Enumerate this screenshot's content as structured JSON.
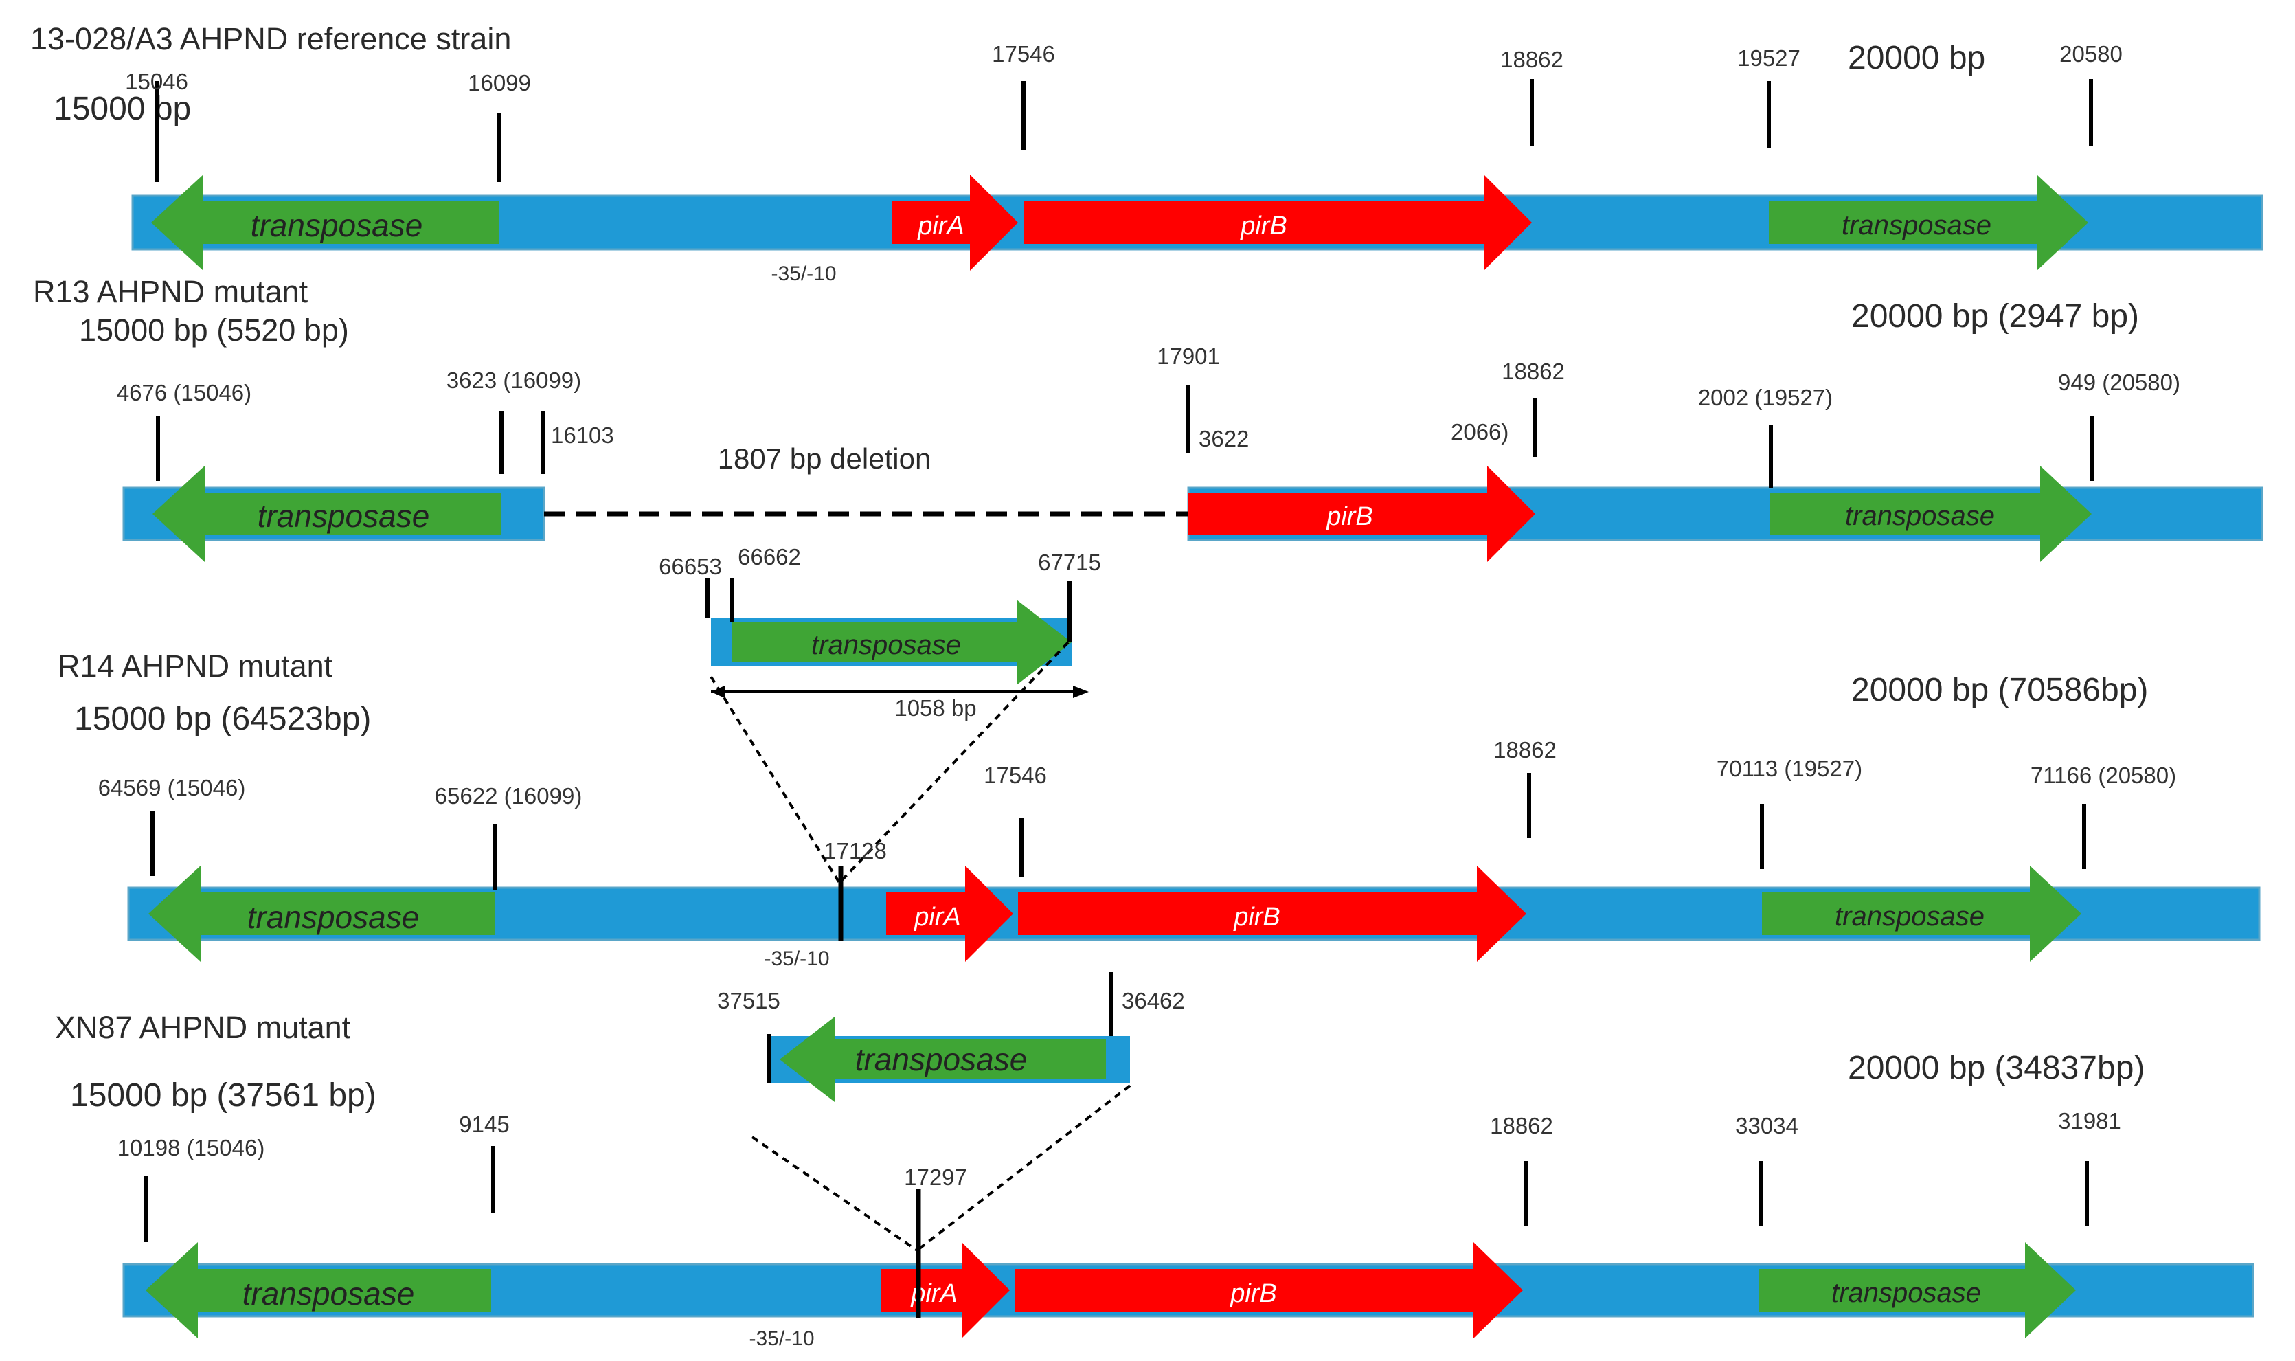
{
  "colors": {
    "backbone": "#1f9ad6",
    "transposase": "#3fa535",
    "pir": "#ff0000",
    "tick": "#000000",
    "text": "#333333"
  },
  "tracks": {
    "ref": {
      "title": "13-028/A3 AHPND reference strain",
      "left_bp": "15000 bp",
      "right_bp": "20000 bp",
      "positions": [
        "15046",
        "16099",
        "17546",
        "18862",
        "19527",
        "20580"
      ],
      "promoter": "-35/-10",
      "genes": {
        "tnp_left": "transposase",
        "pirA": "pirA",
        "pirB": "pirB",
        "tnp_right": "transposase"
      }
    },
    "r13": {
      "title": "R13 AHPND mutant",
      "left_bp": "15000 bp (5520 bp)",
      "right_bp": "20000 bp (2947 bp)",
      "positions": [
        "4676 (15046)",
        "3623 (16099)",
        "16103",
        "17901",
        "3622",
        "18862",
        "2066)",
        "2002 (19527)",
        "949 (20580)"
      ],
      "deletion": "1807 bp deletion",
      "genes": {
        "tnp_left": "transposase",
        "pirB": "pirB",
        "tnp_right": "transposase"
      }
    },
    "r14": {
      "title": "R14 AHPND mutant",
      "left_bp": "15000 bp (64523bp)",
      "right_bp": "20000 bp (70586bp)",
      "insert_positions": [
        "66653",
        "66662",
        "67715"
      ],
      "insert_gene": "transposase",
      "insert_length": "1058 bp",
      "positions": [
        "64569 (15046)",
        "65622 (16099)",
        "17128",
        "17546",
        "18862",
        "70113 (19527)",
        "71166 (20580)"
      ],
      "promoter": "-35/-10",
      "genes": {
        "tnp_left": "transposase",
        "pirA": "pirA",
        "pirB": "pirB",
        "tnp_right": "transposase"
      }
    },
    "xn87": {
      "title": "XN87 AHPND mutant",
      "left_bp": "15000 bp (37561 bp)",
      "right_bp": "20000 bp (34837bp)",
      "insert_positions": [
        "37515",
        "36462"
      ],
      "insert_gene": "transposase",
      "positions": [
        "10198 (15046)",
        "9145",
        "17297",
        "18862",
        "33034",
        "31981"
      ],
      "promoter": "-35/-10",
      "genes": {
        "tnp_left": "transposase",
        "pirA": "pirA",
        "pirB": "pirB",
        "tnp_right": "transposase"
      }
    }
  }
}
